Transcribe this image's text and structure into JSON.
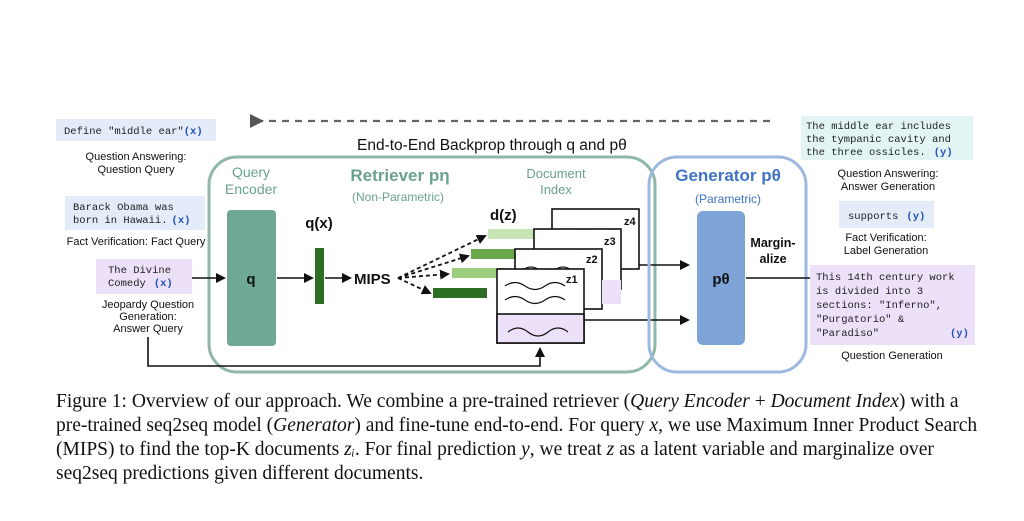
{
  "backprop_label": "End-to-End Backprop through q and pθ",
  "inputs": [
    {
      "text": "Define \"middle ear\"",
      "var": "(x)",
      "task_line1": "Question Answering:",
      "task_line2": "Question Query",
      "task_line3": ""
    },
    {
      "text_line1": "Barack Obama was",
      "text_line2": "born in Hawaii.",
      "var": "(x)",
      "task_line1": "Fact Verification: Fact Query"
    },
    {
      "text_line1": "The Divine",
      "text_line2": "Comedy",
      "var": "(x)",
      "task_line1": "Jeopardy Question",
      "task_line2": "Generation:",
      "task_line3": "Answer Query"
    }
  ],
  "retriever": {
    "query_encoder_line1": "Query",
    "query_encoder_line2": "Encoder",
    "q_label": "q",
    "qx_label": "q(x)",
    "title": "Retriever pη",
    "subtitle": "(Non-Parametric)",
    "mips_label": "MIPS",
    "doc_index_line1": "Document",
    "doc_index_line2": "Index",
    "dz_label": "d(z)",
    "doc_labels": [
      "z4",
      "z3",
      "z2",
      "z1"
    ]
  },
  "generator": {
    "title": "Generator pθ",
    "subtitle": "(Parametric)",
    "p_label": "pθ",
    "marginalize_line1": "Margin-",
    "marginalize_line2": "alize"
  },
  "outputs": [
    {
      "lines": [
        "The middle ear includes",
        "the tympanic cavity and",
        "the three ossicles."
      ],
      "var": "(y)",
      "task_line1": "Question Answering:",
      "task_line2": "Answer Generation"
    },
    {
      "lines": [
        "supports"
      ],
      "var": "(y)",
      "task_line1": "Fact Verification:",
      "task_line2": "Label Generation"
    },
    {
      "lines": [
        "This 14th century work",
        "is divided into 3",
        "sections: \"Inferno\",",
        "\"Purgatorio\" &",
        "\"Paradiso\""
      ],
      "var": "(y)",
      "task_line1": "Question Generation"
    }
  ],
  "caption": {
    "p1": "Figure 1: Overview of our approach. We combine a pre-trained retriever (",
    "i1": "Query Encoder",
    "p2": " + ",
    "i2": "Document Index",
    "p3": ") with a pre-trained seq2seq model (",
    "i3": "Generator",
    "p4": ") and fine-tune end-to-end. For query ",
    "i4": "x",
    "p5": ", we use Maximum Inner Product Search (MIPS) to find the top-K documents ",
    "i5": "zᵢ",
    "p6": ". For final prediction ",
    "i6": "y",
    "p7": ", we treat ",
    "i7": "z",
    "p8": " as a latent variable and marginalize over seq2seq predictions given different documents."
  },
  "colors": {
    "retriever_border": "#8fb8a6",
    "generator_border": "#9db9df",
    "retriever_title": "#6aa38b",
    "generator_title": "#3f74c4",
    "encoder_fill": "#6fa893",
    "generator_fill": "#7ea3d6",
    "input_box": "#e3ecf8",
    "output_box": "#e2f5f4",
    "purple_box": "#ece1f8",
    "var_color": "#2451b8",
    "dark_green": "#2e6e24",
    "light_green": "#b6d9a0"
  }
}
